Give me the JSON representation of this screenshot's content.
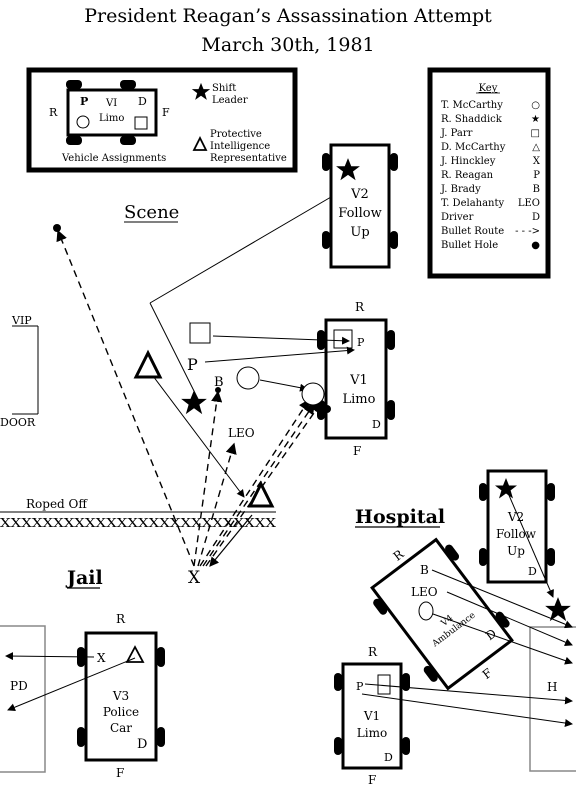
{
  "title_line1": "President Reagan’s Assassination Attempt",
  "title_line2": "March 30th, 1981",
  "assignments": {
    "caption": "Vehicle Assignments",
    "car_label": "VI",
    "car_sub": "Limo",
    "passenger": "P",
    "driver": "D",
    "rear": "R",
    "front": "F",
    "star_caption_1": "Shift",
    "star_caption_2": "Leader",
    "tri_caption_1": "Protective",
    "tri_caption_2": "Intelligence",
    "tri_caption_3": "Representative"
  },
  "key": {
    "heading": "Key",
    "items": [
      {
        "name": "T. McCarthy",
        "symbol": "○"
      },
      {
        "name": "R. Shaddick",
        "symbol": "★"
      },
      {
        "name": "J. Parr",
        "symbol": "□"
      },
      {
        "name": "D. McCarthy",
        "symbol": "△"
      },
      {
        "name": "J. Hinckley",
        "symbol": "X"
      },
      {
        "name": "R. Reagan",
        "symbol": "P"
      },
      {
        "name": "J. Brady",
        "symbol": "B"
      },
      {
        "name": "T. Delahanty",
        "symbol": "LEO"
      },
      {
        "name": "Driver",
        "symbol": "D"
      },
      {
        "name": "Bullet Route",
        "symbol": "- - ->"
      },
      {
        "name": "Bullet Hole",
        "symbol": "●"
      }
    ]
  },
  "scene": {
    "heading": "Scene",
    "v2_line1": "V2",
    "v2_line2": "Follow",
    "v2_line3": "Up",
    "v1_line1": "V1",
    "v1_line2": "Limo",
    "vip": "VIP",
    "door": "DOOR",
    "roped": "Roped Off",
    "rope_marks": "XXXXXXXXXXXXXXXXXXXXXXXXXX",
    "hinckley": "X",
    "reagan": "P",
    "brady": "B",
    "leo": "LEO",
    "rear": "R",
    "front": "F",
    "driver": "D",
    "passenger": "P"
  },
  "jail": {
    "heading": "Jail",
    "building": "PD",
    "car_line1": "V3",
    "car_line2": "Police",
    "car_line3": "Car",
    "hinckley": "X",
    "driver": "D",
    "rear": "R",
    "front": "F"
  },
  "hospital": {
    "heading": "Hospital",
    "building": "H",
    "v2_line1": "V2",
    "v2_line2": "Follow",
    "v2_line3": "Up",
    "ambulance_line1": "V4",
    "ambulance_line2": "Ambulance",
    "v1_line1": "V1",
    "v1_line2": "Limo",
    "brady": "B",
    "leo": "LEO",
    "reagan": "P",
    "driver": "D",
    "rear": "R",
    "front": "F"
  }
}
